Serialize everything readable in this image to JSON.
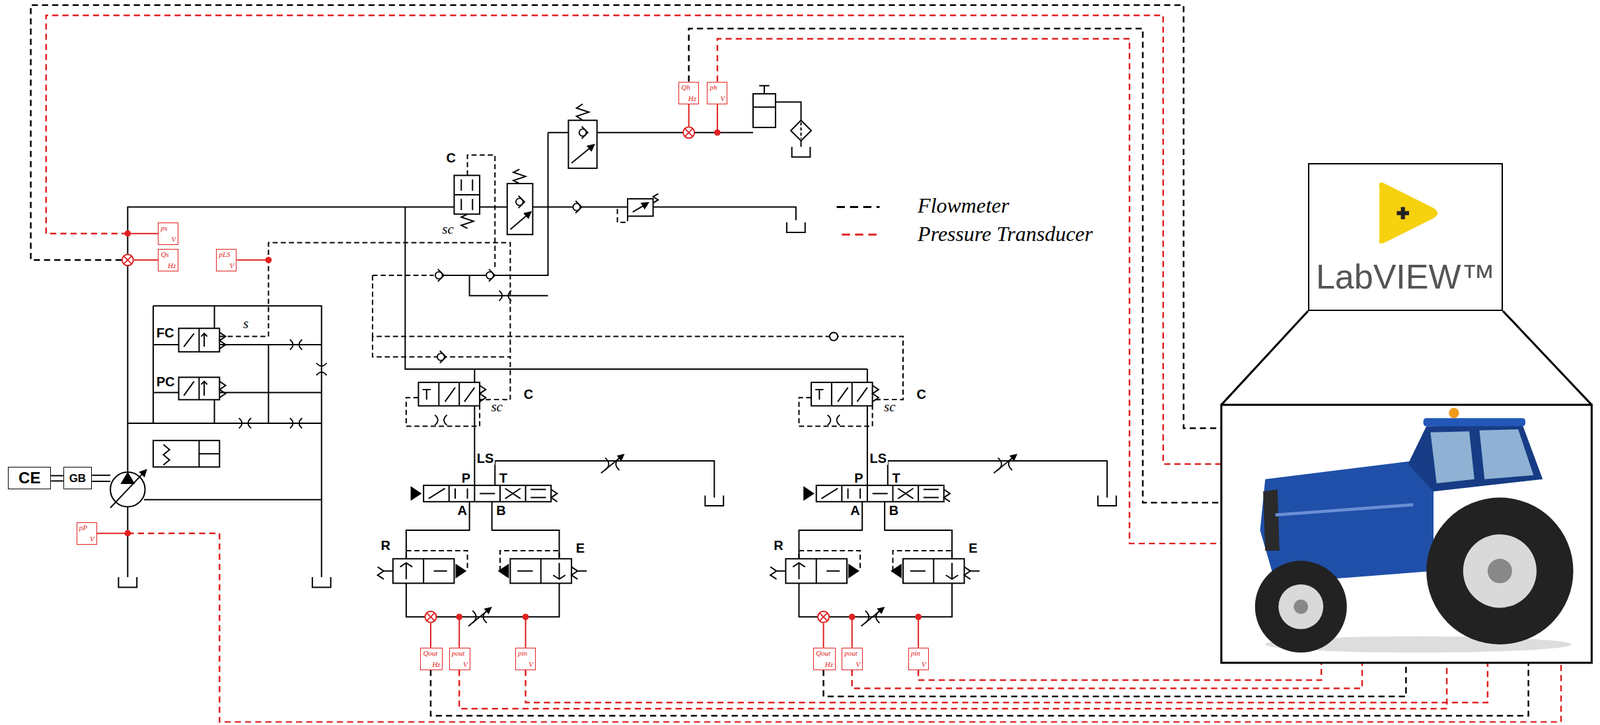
{
  "diagram": {
    "nodes": [
      {
        "text": [
          "CE"
        ]
      },
      {
        "text": [
          "GB"
        ]
      },
      {
        "text": [
          "Qh",
          "Hz"
        ]
      },
      {
        "text": [
          "ph",
          "V"
        ]
      },
      {
        "text": [
          "ps",
          "V"
        ]
      },
      {
        "text": [
          "Qs",
          "Hz"
        ]
      },
      {
        "text": [
          "pLS",
          "V"
        ]
      },
      {
        "text": [
          "pP",
          "V"
        ]
      },
      {
        "text": [
          "Qout",
          "Hz"
        ]
      },
      {
        "text": [
          "pout",
          "V"
        ]
      },
      {
        "text": [
          "pin",
          "V"
        ]
      },
      {
        "text": [
          "Qout",
          "Hz"
        ]
      },
      {
        "text": [
          "pout",
          "V"
        ]
      },
      {
        "text": [
          "pin",
          "V"
        ]
      },
      {
        "text": [
          "LabVIEW™"
        ]
      }
    ],
    "edges": [
      {
        "from": 0,
        "to": 1,
        "arrow": "none"
      }
    ],
    "labels": [
      "C",
      "sc",
      "s",
      "FC",
      "PC",
      "C",
      "sc",
      "C",
      "sc",
      "LS",
      "LS",
      "P",
      "T",
      "P",
      "T",
      "A",
      "B",
      "A",
      "B",
      "R",
      "E",
      "R",
      "E"
    ],
    "legend": [
      {
        "text": "Flowmeter"
      },
      {
        "text": "Pressure Transducer"
      }
    ]
  }
}
